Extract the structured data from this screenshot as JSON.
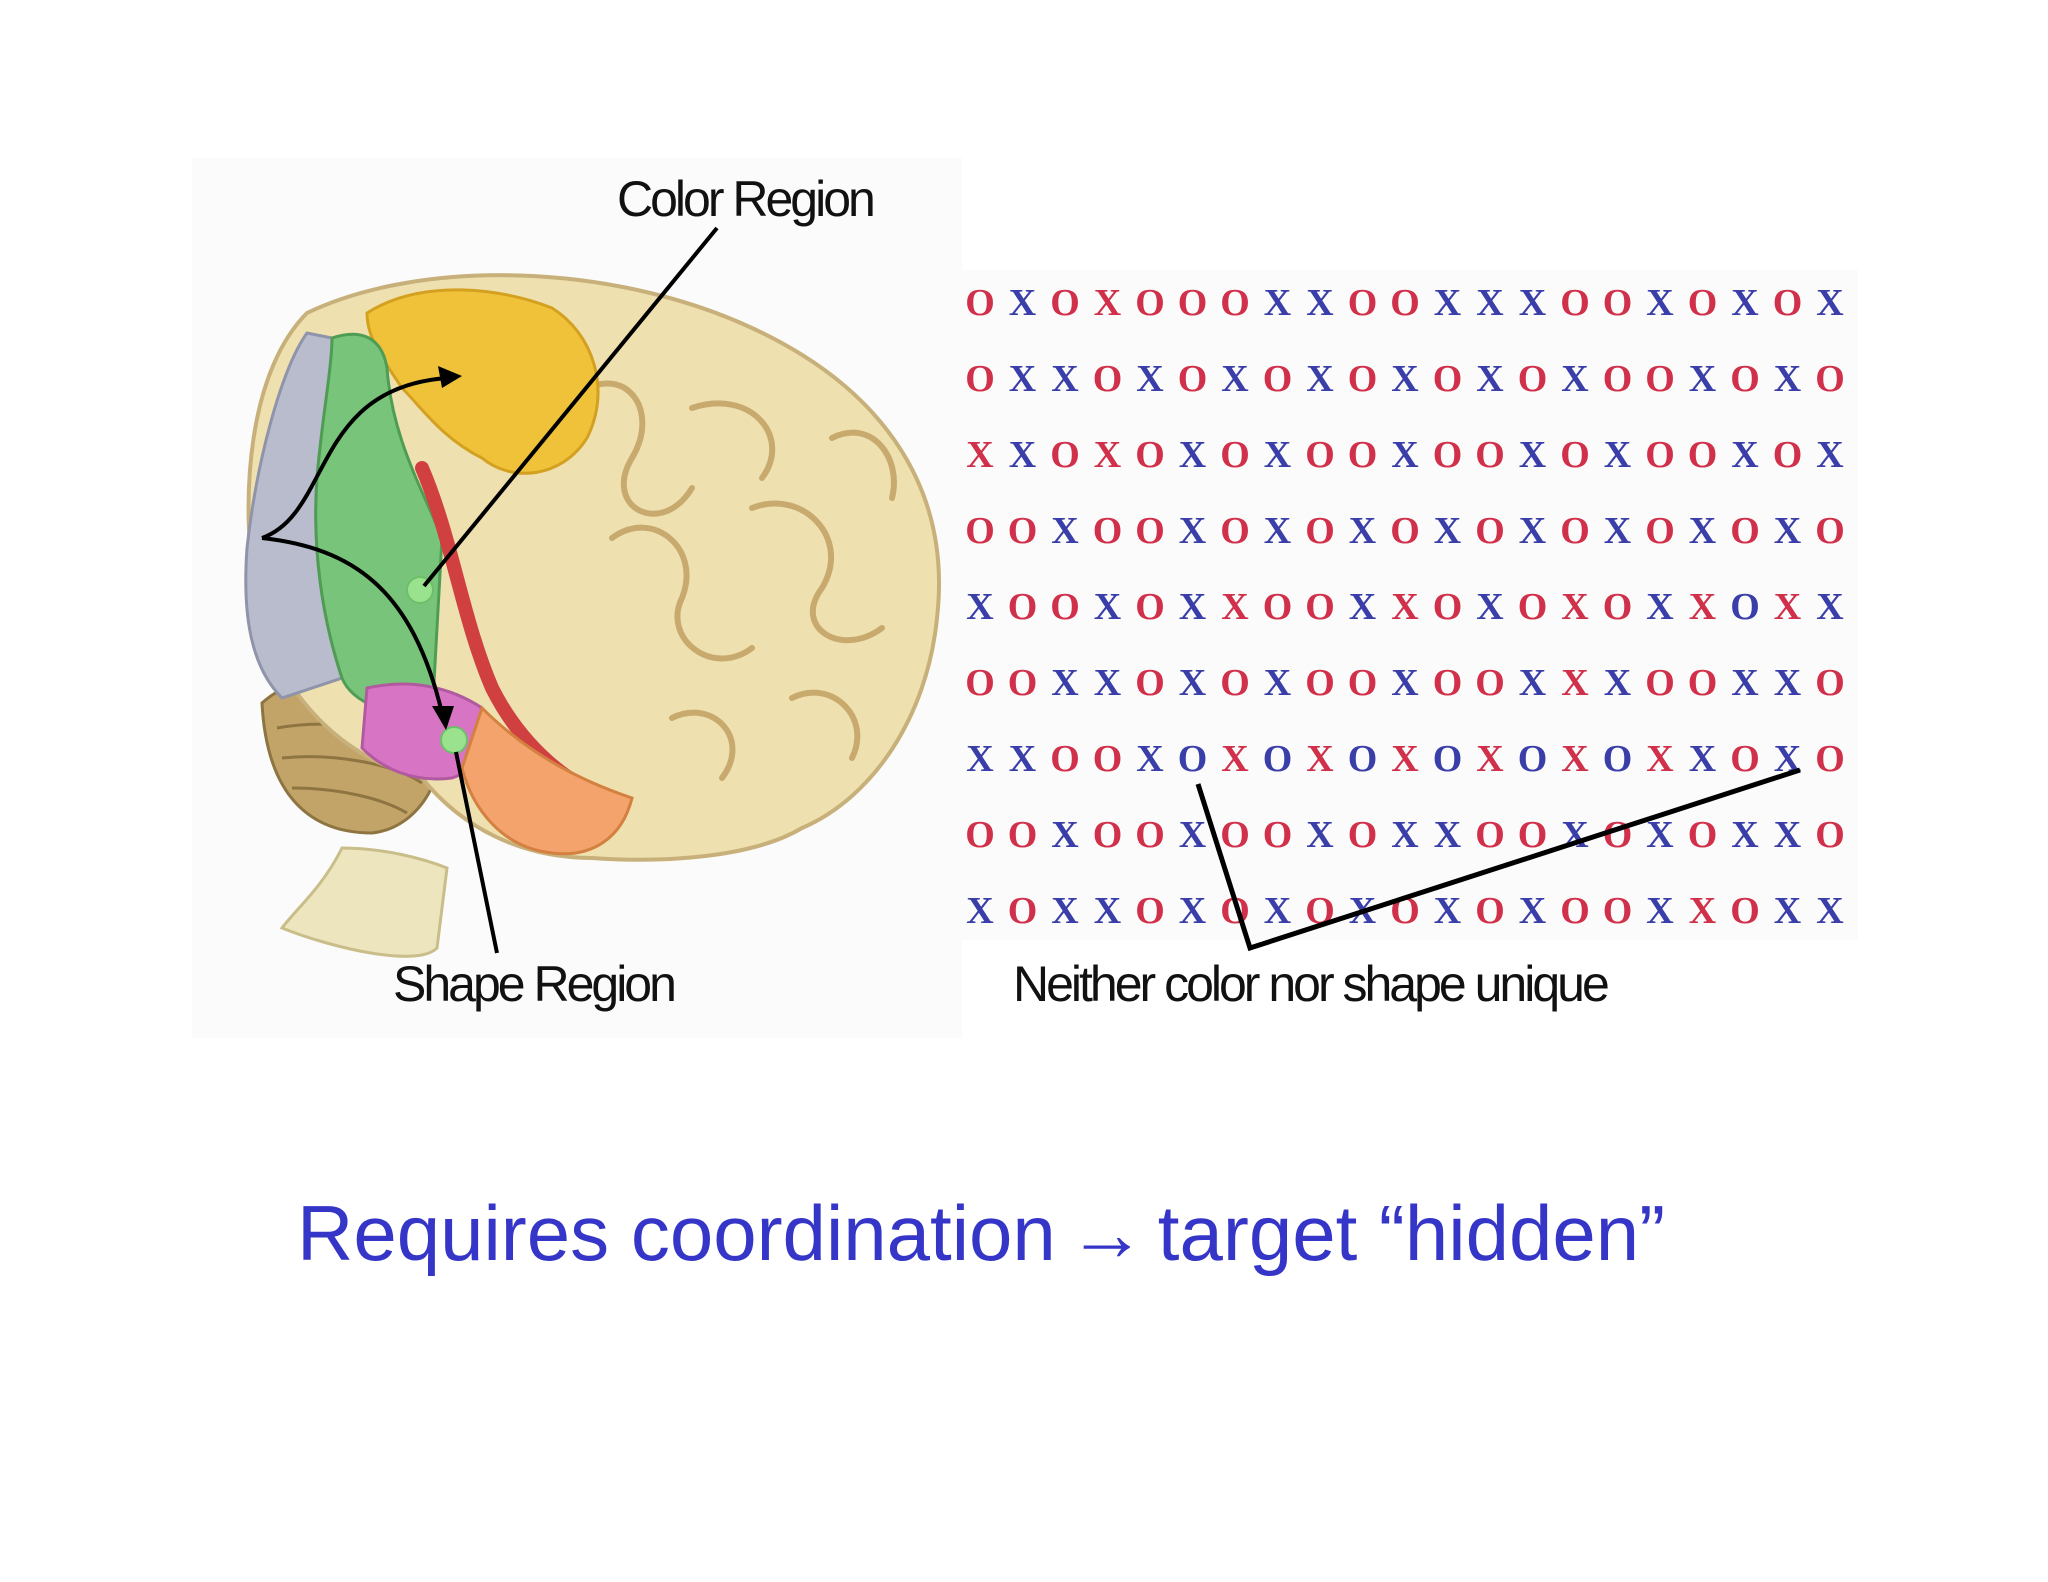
{
  "brain_figure": {
    "color_region_label": "Color Region",
    "shape_region_label": "Shape Region"
  },
  "letter_grid": {
    "colors": {
      "red": "#d0304a",
      "blue": "#3a3ea8"
    },
    "rows": [
      "OXOXOOOXXOOXXXOOXOXOX",
      "OXXOXOXOXOXOXOXOOXOXO",
      "XXOXOXOXOOXOOXOXOOXOX",
      "OOXOOXOXOXOXOXOXOXOXO",
      "XOOXOXXOOXXOXOXOXXOXX",
      "OOXXOXOXOOXOOXXXOOXXO",
      "XXOOXOXOXOXOXOXOXXOXO",
      "OOXOOXOOXOXXOOXOXOXXO",
      "XOXXOXOXOXOXOXOOXXOXX"
    ],
    "row_colors": [
      "RBRRRRRBBRRBBBRRBRBRB",
      "RBBRBRBRBRBRBRBRRBRBR",
      "RBRRRBRBRRBRRBRBRRBRB",
      "RRBRRBRBRBRBRBRBRBRBR",
      "BRRBRBRRRBRRBRRRBRBRB",
      "RRBBRBRBRRBRRBRBRRBBR",
      "BBRRBBRBRBRBRBRBRBRBR",
      "RRBRRBRRBRBBRRBRBRBBR",
      "BRBBRBRBRBRBRBRRBRRBB"
    ],
    "caption": "Neither color nor shape unique"
  },
  "headline": {
    "before": "Requires coordination",
    "arrow": "→",
    "after": "target “hidden”"
  }
}
